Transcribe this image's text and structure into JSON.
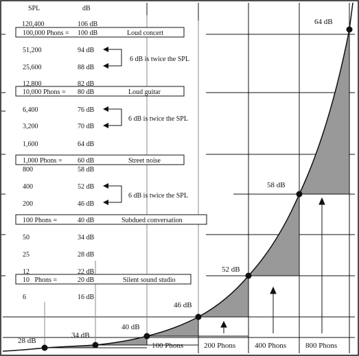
{
  "headers": {
    "spl": "SPL",
    "db": "dB"
  },
  "table_rows": [
    {
      "spl": "120,400",
      "db": "106 dB"
    },
    {
      "spl": "100,000 Phons =",
      "db": "100 dB",
      "boxed": true,
      "label": "Loud concert"
    },
    {
      "spl": "51,200",
      "db": "94 dB"
    },
    {
      "spl": "25,600",
      "db": "88 dB"
    },
    {
      "spl": "12,800",
      "db": "82 dB"
    },
    {
      "spl": "10,000 Phons =",
      "db": "80 dB",
      "boxed": true,
      "label": "Loud guitar"
    },
    {
      "spl": "6,400",
      "db": "76 dB"
    },
    {
      "spl": "3,200",
      "db": "70 dB"
    },
    {
      "spl": "1,600",
      "db": "64 dB"
    },
    {
      "spl": "1,000 Phons =",
      "db": "60 dB",
      "boxed": true,
      "label": "Street noise"
    },
    {
      "spl": "800",
      "db": "58 dB"
    },
    {
      "spl": "400",
      "db": "52 dB"
    },
    {
      "spl": "200",
      "db": "46 dB"
    },
    {
      "spl": "100 Phons =",
      "db": "40 dB",
      "boxed": true,
      "label": "Subdued conversation"
    },
    {
      "spl": "50",
      "db": "34 dB"
    },
    {
      "spl": "25",
      "db": "28 dB"
    },
    {
      "spl": "12",
      "db": "22 dB"
    },
    {
      "spl": "10   Phons =",
      "db": "20 dB",
      "boxed": true,
      "label": "Silent sound studio"
    },
    {
      "spl": "6",
      "db": "16 dB"
    }
  ],
  "annotations": [
    "6 dB is twice the SPL",
    "6 dB is twice the SPL",
    "6 dB is twice the SPL"
  ],
  "curve_points": [
    "28 dB",
    "34 dB",
    "40 dB",
    "46 dB",
    "52 dB",
    "58 dB",
    "64 dB"
  ],
  "phon_labels": [
    "100 Phons",
    "200 Phons",
    "400 Phons",
    "800 Phons"
  ],
  "colors": {
    "fill": "#999999",
    "ink": "#111111",
    "guide": "#888888"
  }
}
